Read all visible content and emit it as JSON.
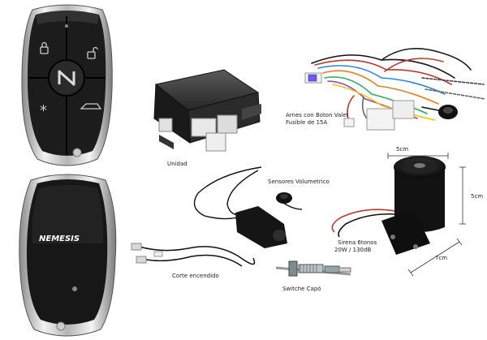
{
  "remote_back": {
    "logo_text": "NEMESIS"
  },
  "labels": {
    "unit": "Unidad",
    "harness_line1": "Arnes con Boton Valet",
    "harness_line2": "Fusible de 15A",
    "sensors": "Sensores Volumetrico",
    "siren_line1": "Sirena 6tonos",
    "siren_line2": "20W / 130dB",
    "ignition_cut": "Corte encendido",
    "hood_switch": "Switche Capó",
    "dim_width": "5cm",
    "dim_height": "5cm",
    "dim_depth": "7cm"
  }
}
